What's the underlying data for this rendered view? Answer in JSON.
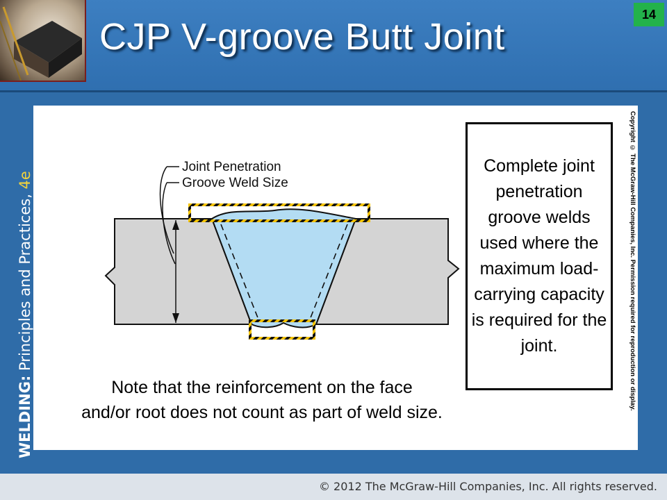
{
  "slide": {
    "title": "CJP V-groove Butt Joint",
    "number": "14"
  },
  "sidebar": {
    "book_title_bold": "WELDING:",
    "book_title_rest": " Principles and Practices, ",
    "book_edition": "4e"
  },
  "diagram": {
    "label_line1": "Joint Penetration",
    "label_line2": "Groove Weld Size"
  },
  "callout": {
    "text": "Complete joint penetration groove welds used where the maximum load-carrying capacity is required for the joint."
  },
  "note": {
    "line1": "Note that the reinforcement on the face",
    "line2": "and/or root does not count as part of weld size."
  },
  "copyright_vertical": "Copyright © The McGraw-Hill Companies, Inc. Permission required for reproduction or display.",
  "footer": {
    "text": "© 2012 The McGraw-Hill Companies, Inc. All rights reserved."
  },
  "colors": {
    "header_blue": "#3d7fc1",
    "slide_number_green": "#23b24b",
    "weld_fill": "#b3dcf3",
    "plate_fill": "#d4d4d4",
    "hatch_yellow": "#f5c400"
  }
}
